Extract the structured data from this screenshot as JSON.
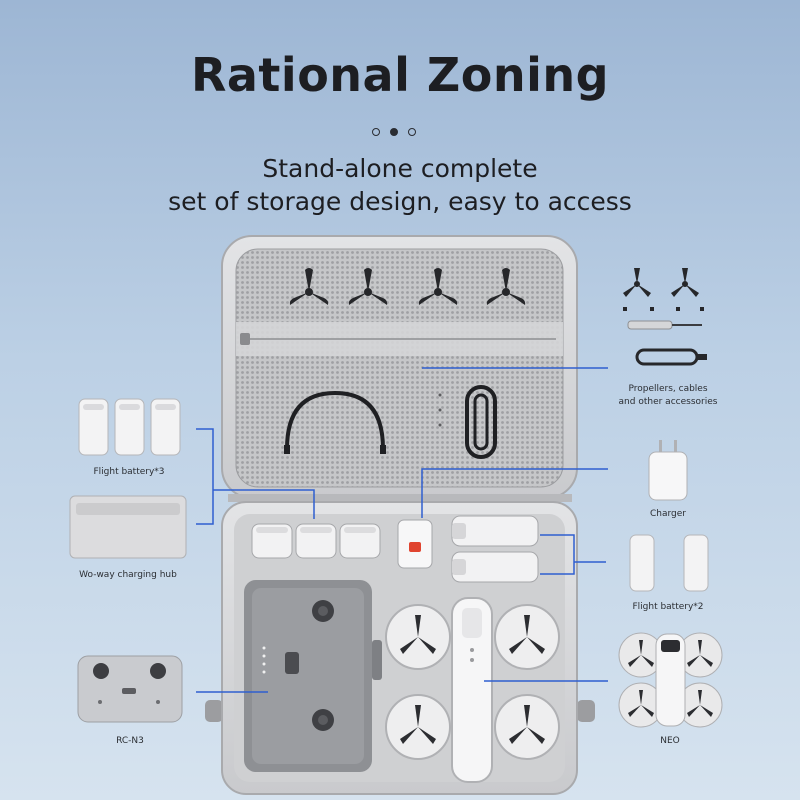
{
  "header": {
    "title": "Rational Zoning",
    "subtitle_line1": "Stand-alone complete",
    "subtitle_line2": "set of storage design, easy to access",
    "carousel_dots": 3,
    "active_dot": 2
  },
  "labels": {
    "flight_battery_3": "Flight battery*3",
    "charging_hub": "Wo-way charging hub",
    "rc": "RC-N3",
    "accessories_line1": "Propellers, cables",
    "accessories_line2": "and other accessories",
    "charger": "Charger",
    "flight_battery_2": "Flight battery*2",
    "neo": "NEO"
  },
  "colors": {
    "callout_line": "#2f5fd0",
    "case_shell": "#d9dadc",
    "mesh": "#b7b8ba"
  }
}
